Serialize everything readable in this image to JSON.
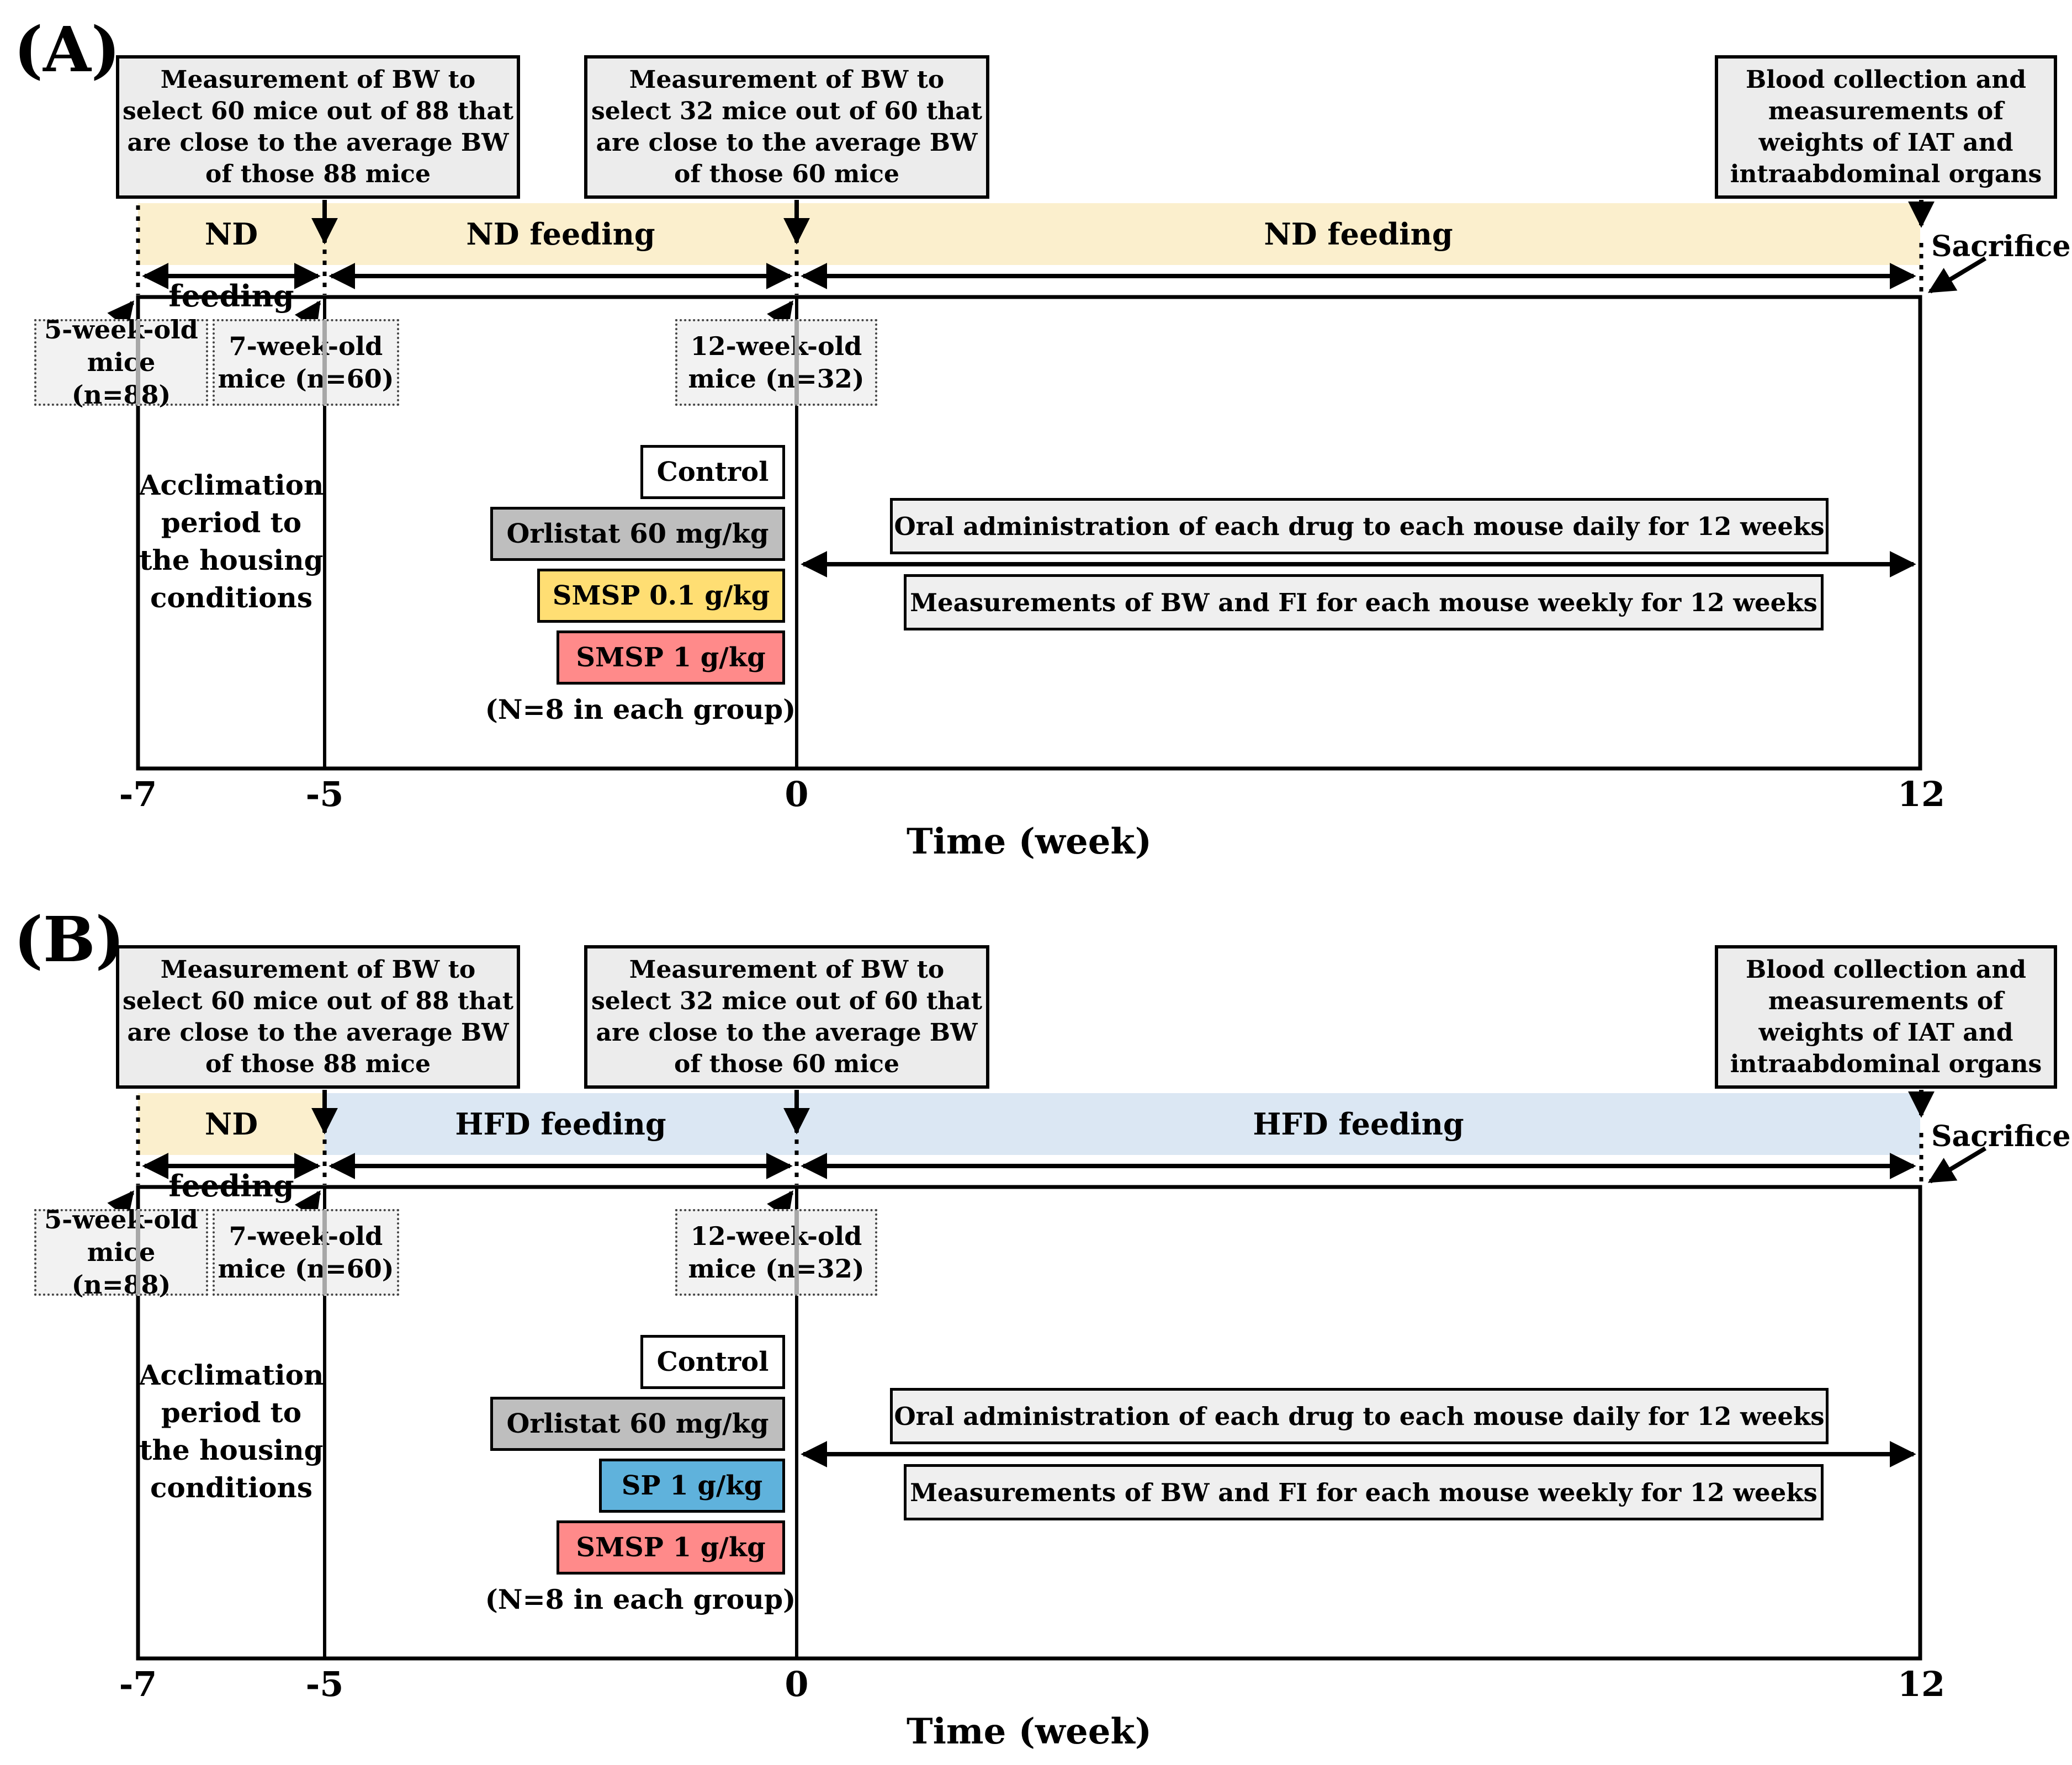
{
  "colors": {
    "nd_band": "#FBEFCD",
    "hfd_band": "#DBE7F3",
    "control_fill": "#FFFFFF",
    "orlistat_fill": "#BEBEBE",
    "smsp01_fill": "#FFDE73",
    "smsp1_fill": "#FF8A8A",
    "sp1_fill": "#5FB2DC"
  },
  "panel_a": {
    "label": "(A)",
    "select_60": [
      "Measurement of BW to",
      "select 60 mice out of 88 that",
      "are close to the average BW",
      "of those 88 mice"
    ],
    "select_32": [
      "Measurement of BW to",
      "select 32 mice out of 60 that",
      "are close to the average BW",
      "of those 60 mice"
    ],
    "blood": [
      "Blood collection and",
      "measurements of",
      "weights of IAT and",
      "intraabdominal organs"
    ],
    "feeding_seg1": "ND feeding",
    "feeding_seg2": "ND feeding",
    "feeding_seg3": "ND feeding",
    "sacrifice": "Sacrifice",
    "mice_5wk": [
      "5-week-old",
      "mice (n=88)"
    ],
    "mice_7wk": [
      "7-week-old",
      "mice (n=60)"
    ],
    "mice_12wk": [
      "12-week-old",
      "mice (n=32)"
    ],
    "acclimation": [
      "Acclimation",
      "period to",
      "the housing",
      "conditions"
    ],
    "groups": [
      {
        "label": "Control",
        "bg": "#FFFFFF"
      },
      {
        "label": "Orlistat 60 mg/kg",
        "bg": "#BEBEBE"
      },
      {
        "label": "SMSP 0.1 g/kg",
        "bg": "#FFDE73"
      },
      {
        "label": "SMSP 1 g/kg",
        "bg": "#FF8A8A"
      }
    ],
    "group_note": "(N=8 in each group)",
    "admin_note": "Oral administration of each drug to each mouse daily for 12 weeks",
    "weekly_note": "Measurements of BW and FI for each mouse weekly for 12 weeks",
    "ticks": [
      "-7",
      "-5",
      "0",
      "12"
    ],
    "axis_label": "Time (week)"
  },
  "panel_b": {
    "label": "(B)",
    "select_60": [
      "Measurement of BW to",
      "select 60 mice out of 88 that",
      "are close to the average BW",
      "of those 88 mice"
    ],
    "select_32": [
      "Measurement of BW to",
      "select 32 mice out of 60 that",
      "are close to the average BW",
      "of those 60 mice"
    ],
    "blood": [
      "Blood collection and",
      "measurements of",
      "weights of IAT and",
      "intraabdominal organs"
    ],
    "feeding_seg1": "ND feeding",
    "feeding_seg2": "HFD feeding",
    "feeding_seg3": "HFD feeding",
    "sacrifice": "Sacrifice",
    "mice_5wk": [
      "5-week-old",
      "mice (n=88)"
    ],
    "mice_7wk": [
      "7-week-old",
      "mice (n=60)"
    ],
    "mice_12wk": [
      "12-week-old",
      "mice (n=32)"
    ],
    "acclimation": [
      "Acclimation",
      "period to",
      "the housing",
      "conditions"
    ],
    "groups": [
      {
        "label": "Control",
        "bg": "#FFFFFF"
      },
      {
        "label": "Orlistat 60 mg/kg",
        "bg": "#BEBEBE"
      },
      {
        "label": "SP 1 g/kg",
        "bg": "#5FB2DC"
      },
      {
        "label": "SMSP 1 g/kg",
        "bg": "#FF8A8A"
      }
    ],
    "group_note": "(N=8 in each group)",
    "admin_note": "Oral administration of each drug to each mouse daily for 12 weeks",
    "weekly_note": "Measurements of BW and FI for each mouse weekly for 12 weeks",
    "ticks": [
      "-7",
      "-5",
      "0",
      "12"
    ],
    "axis_label": "Time (week)"
  }
}
